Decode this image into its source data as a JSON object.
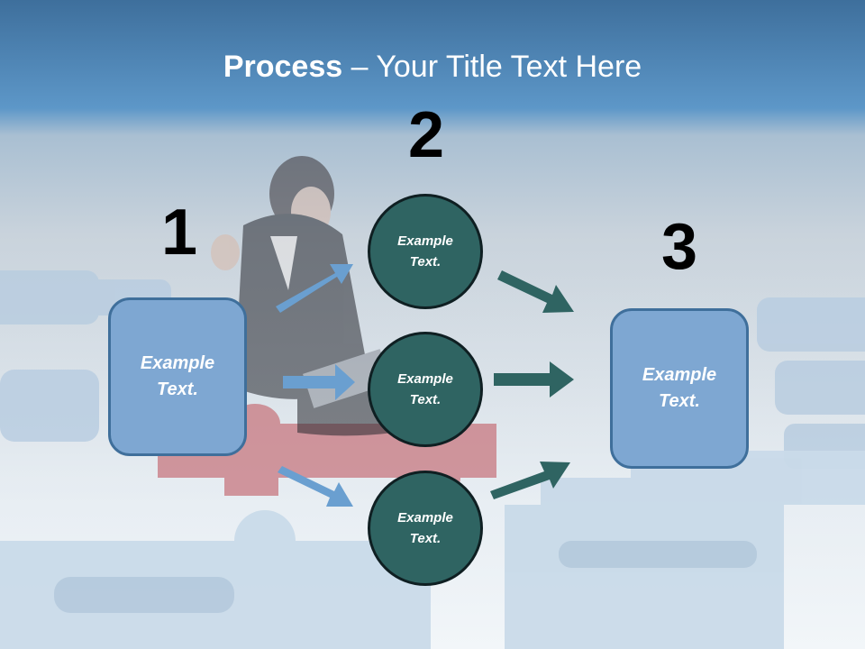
{
  "title": {
    "bold": "Process",
    "rest": " – Your Title Text Here"
  },
  "steps": [
    {
      "number": "1",
      "text": [
        "Example",
        "Text."
      ]
    },
    {
      "number": "2",
      "text": [
        "Example",
        "Text."
      ]
    },
    {
      "number": "3",
      "text": [
        "Example",
        "Text."
      ]
    }
  ],
  "circles": [
    {
      "text": [
        "Example",
        "Text."
      ]
    },
    {
      "text": [
        "Example",
        "Text."
      ]
    },
    {
      "text": [
        "Example",
        "Text."
      ]
    }
  ],
  "colors": {
    "box_fill": "#7ea7d2",
    "circle_fill": "#2f6462",
    "left_arrow": "#6a9fd0",
    "right_arrow": "#2f6462"
  }
}
